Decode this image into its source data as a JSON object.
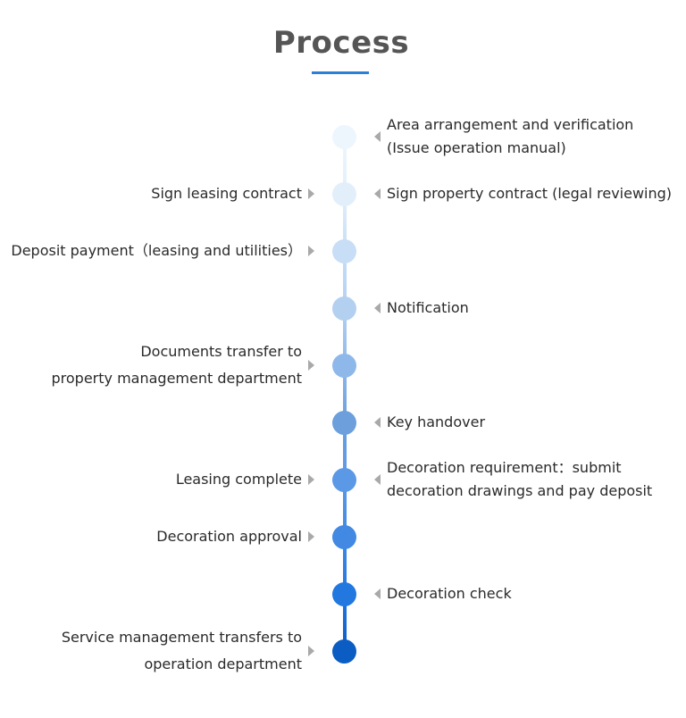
{
  "title": "Process",
  "accent_color": "#2b7fd4",
  "steps": [
    {
      "id": 1,
      "left": [],
      "right": [
        "Area arrangement and verification",
        "(Issue operation manual)"
      ],
      "color": "#eef6fd"
    },
    {
      "id": 2,
      "left": [
        "Sign leasing contract"
      ],
      "right": [
        "Sign property contract (legal reviewing)"
      ],
      "color": "#e2effb"
    },
    {
      "id": 3,
      "left": [
        "Deposit payment（leasing and utilities）"
      ],
      "right": [],
      "color": "#c7def6"
    },
    {
      "id": 4,
      "left": [],
      "right": [
        "Notification"
      ],
      "color": "#b3d0f1"
    },
    {
      "id": 5,
      "left": [
        "Documents transfer to",
        "property management department"
      ],
      "right": [],
      "color": "#8fb8ea"
    },
    {
      "id": 6,
      "left": [],
      "right": [
        "Key handover"
      ],
      "color": "#6c9fdc"
    },
    {
      "id": 7,
      "left": [
        "Leasing complete"
      ],
      "right": [
        "Decoration requirement：submit",
        "decoration drawings and pay deposit"
      ],
      "color": "#5b99e6"
    },
    {
      "id": 8,
      "left": [
        "Decoration approval"
      ],
      "right": [],
      "color": "#4189e3"
    },
    {
      "id": 9,
      "left": [],
      "right": [
        "Decoration check"
      ],
      "color": "#2278df"
    },
    {
      "id": 10,
      "left": [
        "Service management transfers to",
        "operation department"
      ],
      "right": [],
      "color": "#0b5dc4"
    }
  ]
}
